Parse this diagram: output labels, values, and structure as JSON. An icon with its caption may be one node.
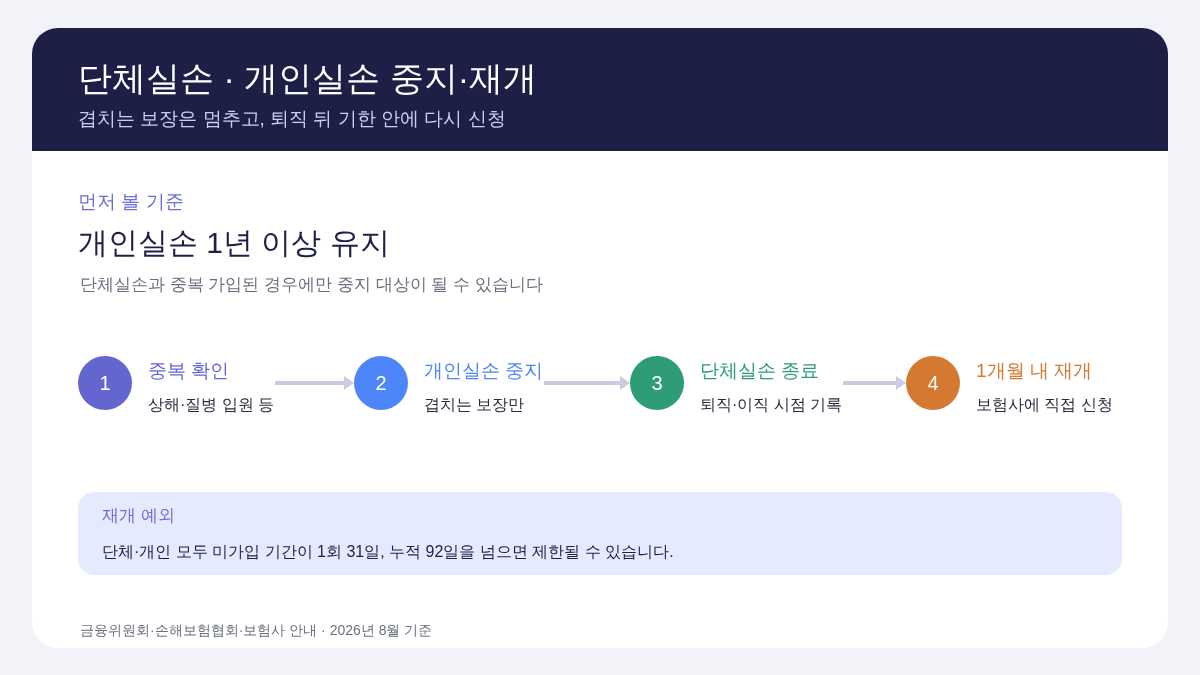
{
  "diagram": {
    "title": "단체실손 · 개인실손 중지·재개",
    "caption": "금융위원회·손해보험협회·보험사 안내 · 2026년 8월 기준",
    "nodes": [
      {
        "text": [
          "1"
        ],
        "beside": [
          "중복 확인",
          "상해·질병 입원 등"
        ]
      },
      {
        "text": [
          "2"
        ],
        "beside": [
          "개인실손 중지",
          "겹치는 보장만"
        ]
      },
      {
        "text": [
          "3"
        ],
        "beside": [
          "단체실손 종료",
          "퇴직·이직 시점 기록"
        ]
      },
      {
        "text": [
          "4"
        ],
        "beside": [
          "1개월 내 재개",
          "보험사에 직접 신청"
        ]
      },
      {
        "text": [
          "재개 예외",
          "단체·개인 모두 미가입 기간이 1회 31일, 누적 92일을 넘으면 제한될 수 있습니다."
        ]
      }
    ],
    "edges": [
      {
        "from": 0,
        "to": 1,
        "arrow": "to"
      },
      {
        "from": 1,
        "to": 2,
        "arrow": "to"
      },
      {
        "from": 2,
        "to": 3,
        "arrow": "to"
      }
    ],
    "labels": [
      "겹치는 보장은 멈추고, 퇴직 뒤 기한 안에 다시 신청",
      "먼저 볼 기준",
      "개인실손 1년 이상 유지",
      "단체실손과 중복 가입된 경우에만 중지 대상이 될 수 있습니다"
    ]
  }
}
